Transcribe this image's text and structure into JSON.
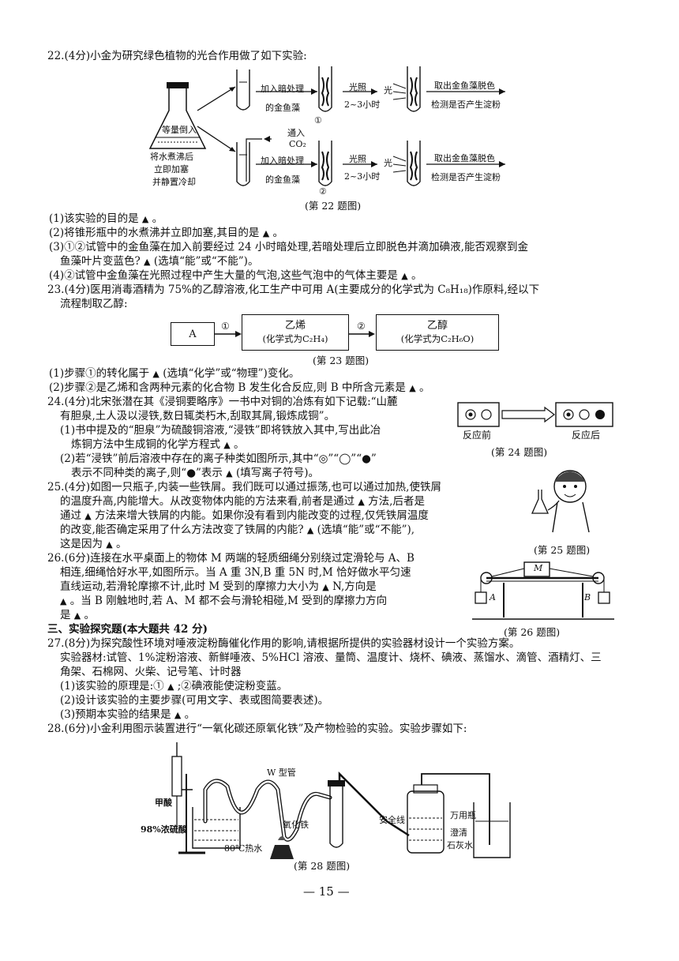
{
  "q22": {
    "intro": "22.(4分)小金为研究绿色植物的光合作用做了如下实验:",
    "fig": {
      "pour": "等量倒入",
      "boil": [
        "将水煮沸后",
        "立即加塞",
        "并静置冷却"
      ],
      "top_arrow1": [
        "加入暗处理",
        "的金鱼藻"
      ],
      "co2": [
        "通入",
        "CO₂"
      ],
      "bot_arrow1": [
        "加入暗处理",
        "的金鱼藻"
      ],
      "light": [
        "光照",
        "2~3小时"
      ],
      "light_word": "光",
      "take": [
        "取出金鱼藻脱色",
        "检测是否产生淀粉"
      ],
      "tube1": "①",
      "tube2": "②",
      "caption": "(第 22 题图)"
    },
    "s1": "(1)该实验的目的是",
    "s2": "(2)将锥形瓶中的水煮沸并立即加塞,其目的是",
    "s3a": "(3)①②试管中的金鱼藻在加入前要经过 24 小时暗处理,若暗处理后立即脱色并滴加碘液,能否观察到金",
    "s3b": "鱼藻叶片变蓝色?",
    "s3c": "(选填“能”或“不能”)。",
    "s4": "(4)②试管中金鱼藻在光照过程中产生大量的气泡,这些气泡中的气体主要是"
  },
  "q23": {
    "intro_a": "23.(4分)医用消毒酒精为 75%的乙醇溶液,化工生产中可用 A(主要成分的化学式为 C₈H₁₈)作原料,经以下",
    "intro_b": "流程制取乙醇:",
    "box_a": "A",
    "step1": "①",
    "box_b": [
      "乙烯",
      "(化学式为C₂H₄)"
    ],
    "step2": "②",
    "box_c": [
      "乙醇",
      "(化学式为C₂H₆O)"
    ],
    "caption": "(第 23 题图)",
    "s1a": "(1)步骤①的转化属于",
    "s1b": "(选填“化学”或“物理”)变化。",
    "s2": "(2)步骤②是乙烯和含两种元素的化合物 B 发生化合反应,则 B 中所含元素是"
  },
  "q24": {
    "l1": "24.(4分)北宋张潜在其《浸铜要略序》一书中对铜的冶炼有如下记载:“山麓",
    "l2": "有胆泉,土人汲以浸铁,数日辄类朽木,刮取其屑,锻炼成铜”。",
    "l3": "(1)书中提及的“胆泉”为硫酸铜溶液,“浸铁”即将铁放入其中,写出此冶",
    "l4": "炼铜方法中生成铜的化学方程式",
    "l5": "(2)若“浸铁”前后溶液中存在的离子种类如图所示,其中“◎”“◯”“●”",
    "l6a": "表示不同种类的离子,则“●”表示",
    "l6b": "(填写离子符号)。",
    "before": "反应前",
    "after": "反应后",
    "caption": "(第 24 题图)"
  },
  "q25": {
    "l1": "25.(4分)如图一只瓶子,内装一些铁屑。我们既可以通过振荡,也可以通过加热,使铁屑",
    "l2a": "的温度升高,内能增大。从改变物体内能的方法来看,前者是通过",
    "l2b": "方法,后者是",
    "l3a": "通过",
    "l3b": "方法来增大铁屑的内能。如果你没有看到内能改变的过程,仅凭铁屑温度",
    "l4a": "的改变,能否确定采用了什么方法改变了铁屑的内能?",
    "l4b": "(选填“能”或“不能”),",
    "l5": "这是因为",
    "caption": "(第 25 题图)"
  },
  "q26": {
    "l1": "26.(6分)连接在水平桌面上的物体 M 两端的轻质细绳分别绕过定滑轮与 A、B",
    "l2": "相连,细绳恰好水平,如图所示。当 A 重 3N,B 重 5N 时,M 恰好做水平匀速",
    "l3a": "直线运动,若滑轮摩擦不计,此时 M 受到的摩擦力大小为",
    "l3b": "N,方向是",
    "l4": "。当 B 刚触地时,若 A、M 都不会与滑轮相碰,M 受到的摩擦力方向",
    "l5": "是",
    "m": "M",
    "a": "A",
    "b": "B",
    "caption": "(第 26 题图)"
  },
  "sec3": "三、实验探究题(本大题共 42 分)",
  "q27": {
    "l1": "27.(8分)为探究酸性环境对唾液淀粉酶催化作用的影响,请根据所提供的实验器材设计一个实验方案。",
    "l2": "实验器材:试管、1%淀粉溶液、新鲜唾液、5%HCl 溶液、量筒、温度计、烧杯、碘液、蒸馏水、滴管、酒精灯、三",
    "l3": "角架、石棉网、火柴、记号笔、计时器",
    "l4a": "(1)该实验的原理是:①",
    "l4b": ";②碘液能使淀粉变蓝。",
    "l5": "(2)设计该实验的主要步骤(可用文字、表或图简要表述)。",
    "l6": "(3)预期本实验的结果是"
  },
  "q28": {
    "l1": "28.(6分)小金利用图示装置进行“一氧化碳还原氧化铁”及产物检验的实验。实验步骤如下:",
    "formic": "甲酸",
    "w": "W 型管",
    "h2so4": "98%浓硫酸",
    "hot": "80℃热水",
    "fe2o3": "氧化铁",
    "safe": "安全线",
    "bottle": "万用瓶",
    "lime": [
      "澄清",
      "石灰水"
    ],
    "caption": "(第 28 题图)"
  },
  "answer_mark": "▲",
  "page_no": "— 15 —"
}
